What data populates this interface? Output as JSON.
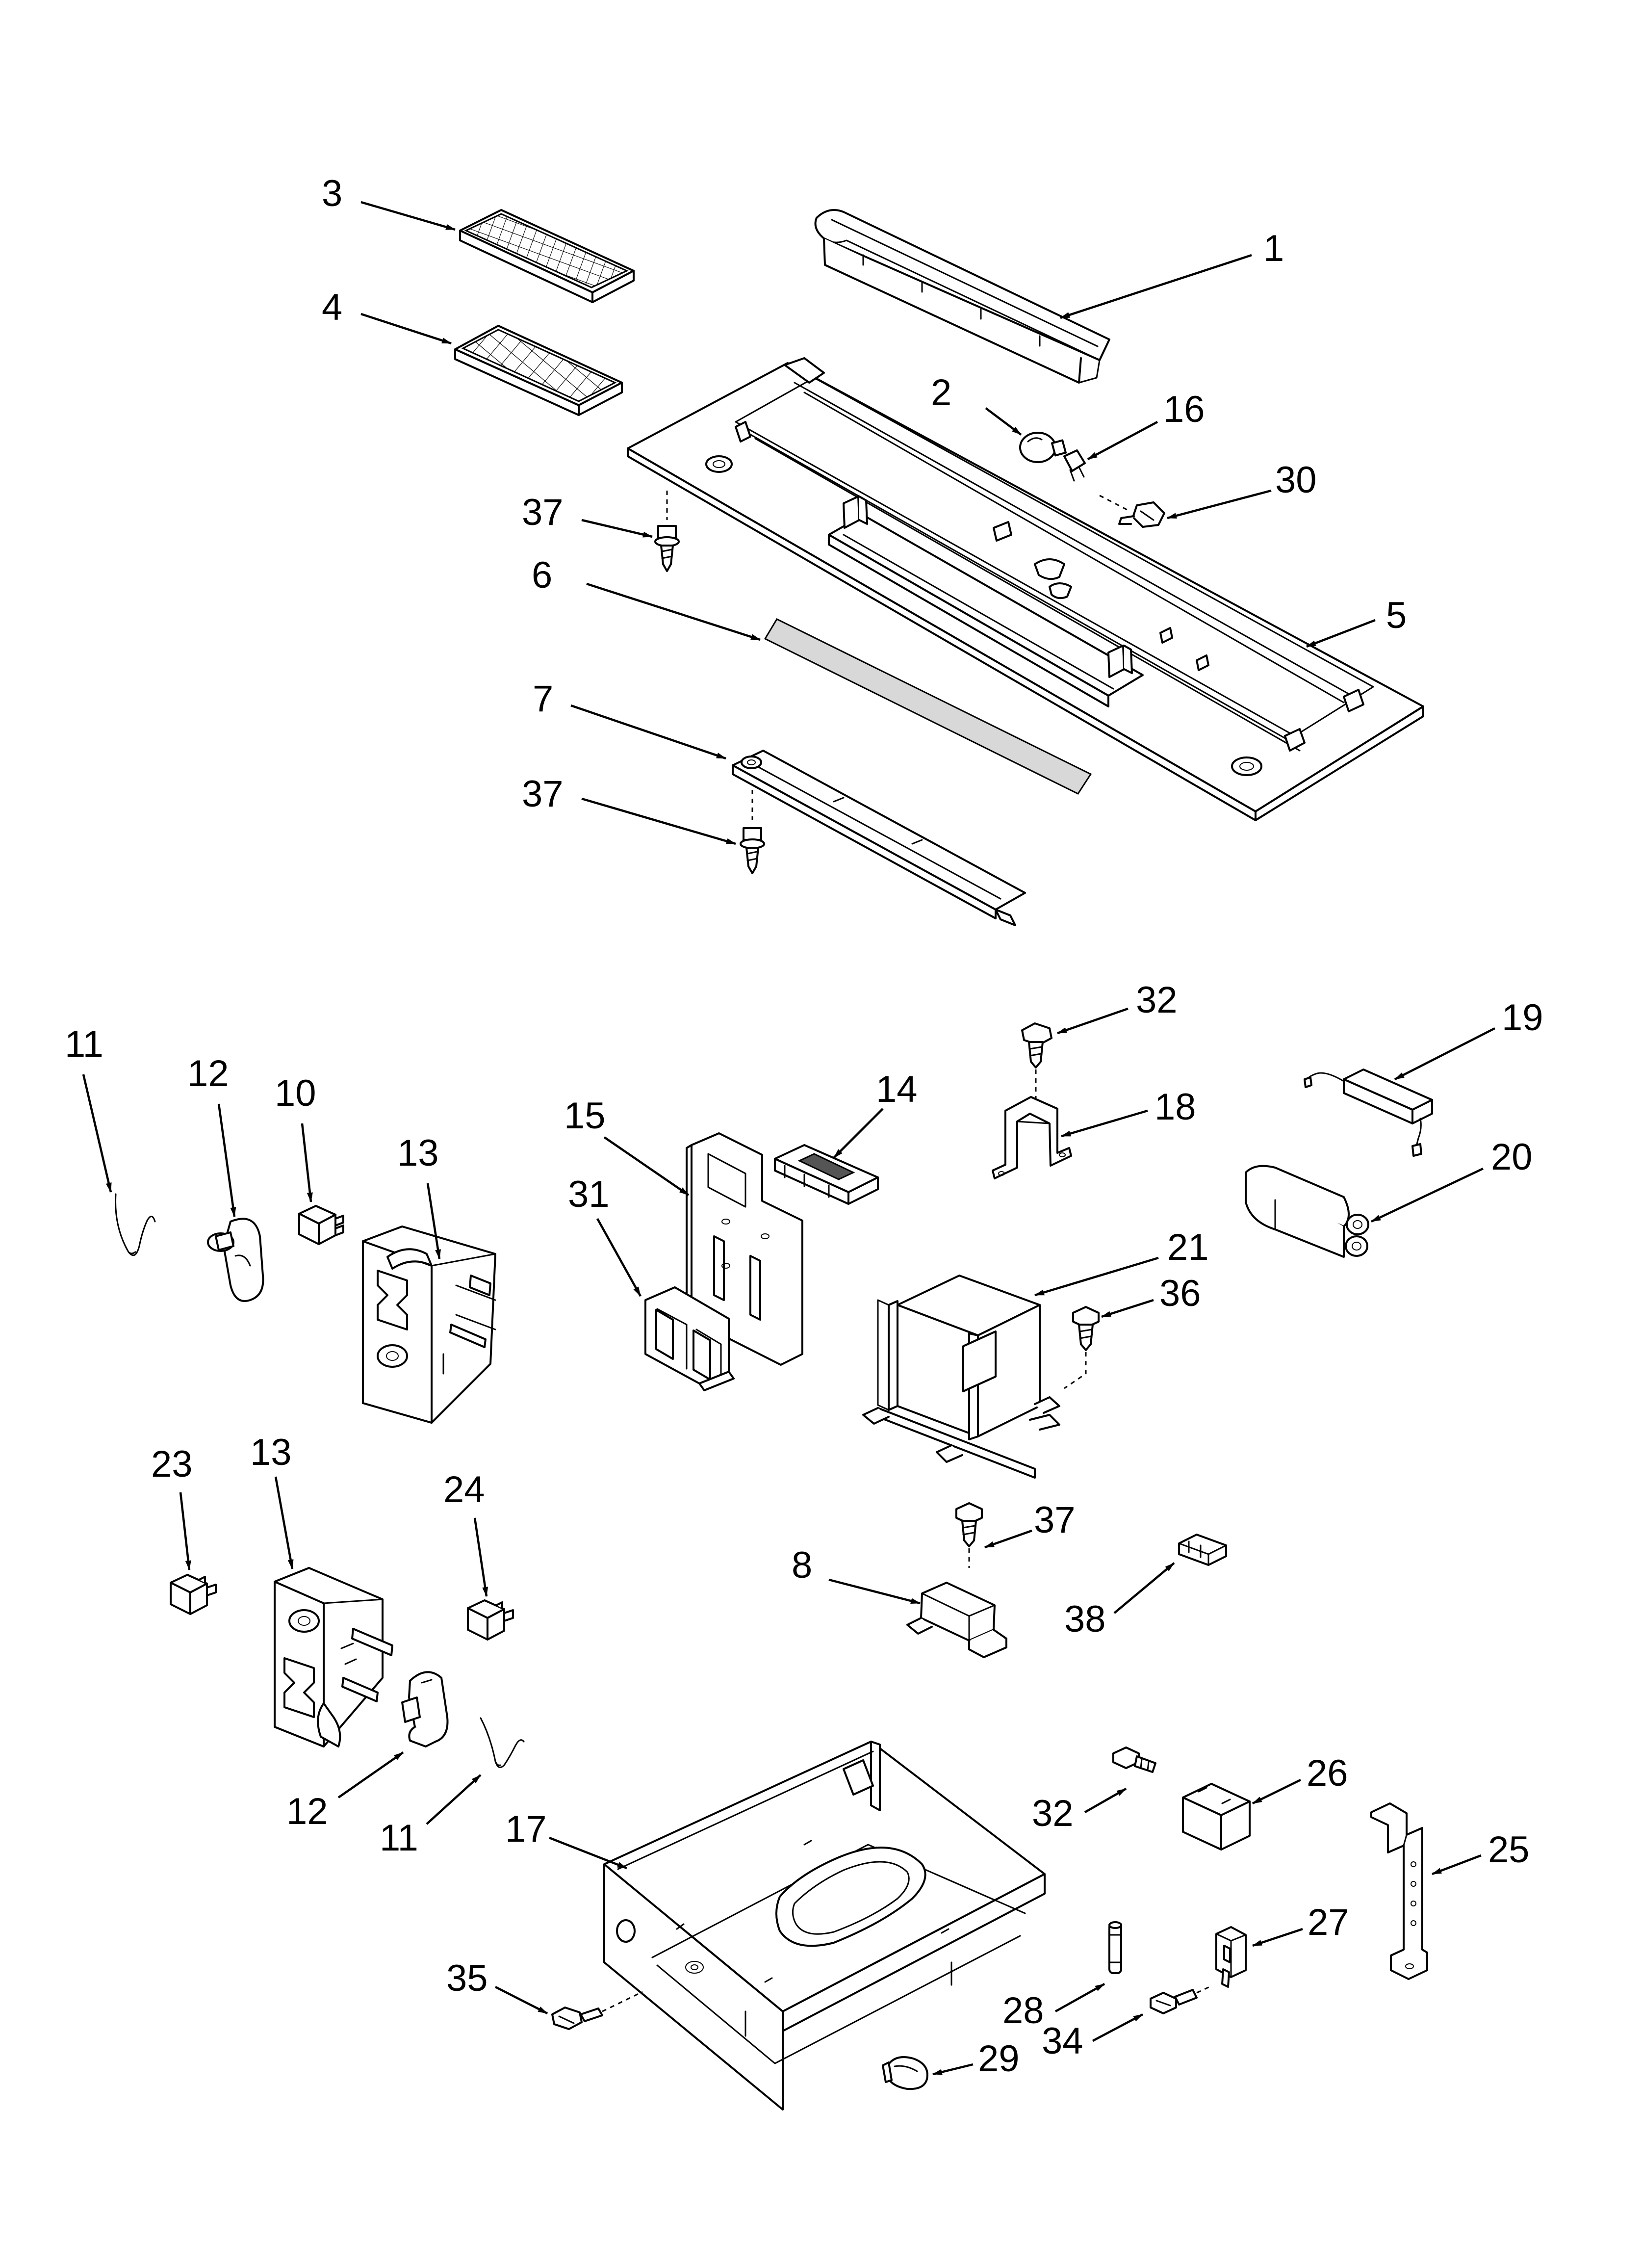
{
  "colors": {
    "line": "#000000",
    "background": "#ffffff"
  },
  "callouts": {
    "c1": "1",
    "c2": "2",
    "c3": "3",
    "c4": "4",
    "c5": "5",
    "c6": "6",
    "c7": "7",
    "c37a": "37",
    "c37b": "37",
    "c16": "16",
    "c30": "30",
    "c11a": "11",
    "c12a": "12",
    "c10": "10",
    "c13a": "13",
    "c15": "15",
    "c14": "14",
    "c31": "31",
    "c32a": "32",
    "c18": "18",
    "c19": "19",
    "c20": "20",
    "c21": "21",
    "c36": "36",
    "c23": "23",
    "c13b": "13",
    "c24": "24",
    "c12b": "12",
    "c11b": "11",
    "c37c": "37",
    "c8": "8",
    "c38": "38",
    "c17": "17",
    "c32b": "32",
    "c26": "26",
    "c25": "25",
    "c27": "27",
    "c28": "28",
    "c29": "29",
    "c34": "34",
    "c35": "35"
  }
}
